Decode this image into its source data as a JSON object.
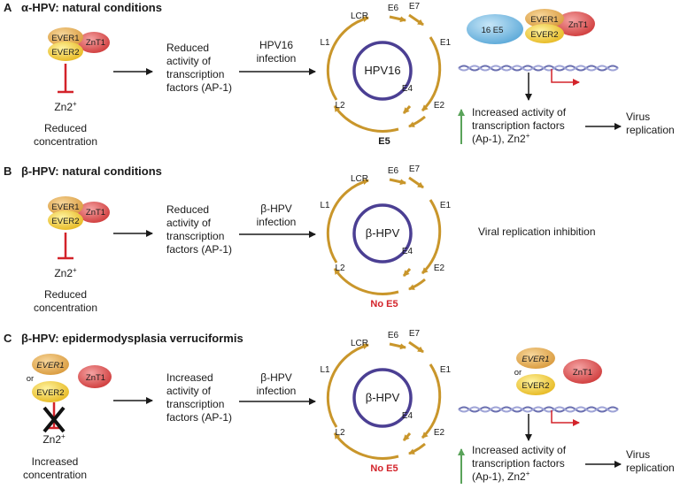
{
  "panels": [
    {
      "letter": "A",
      "title": "α-HPV: natural conditions",
      "proteins": {
        "ever1": "EVER1",
        "ever2": "EVER2",
        "znt1": "ZnT1",
        "or": ""
      },
      "zinc": "Zn2",
      "zinc_sup": "+",
      "conc": [
        "Reduced",
        "concentration"
      ],
      "activity": [
        "Reduced",
        "activity of",
        "transcription",
        "factors (AP-1)"
      ],
      "infection": [
        "HPV16",
        "infection"
      ],
      "genome_name": "HPV16",
      "genes": {
        "lcr": "LCR",
        "e6": "E6",
        "e7": "E7",
        "e1": "E1",
        "e2": "E2",
        "e4": "E4",
        "l1": "L1",
        "l2": "L2"
      },
      "e5_label": "E5",
      "right_proteins": {
        "e5": "16 E5",
        "ever1": "EVER1",
        "ever2": "EVER2",
        "znt1": "ZnT1"
      },
      "outcome": [
        "Increased activity of",
        "transcription factors",
        "(Ap-1), Zn2"
      ],
      "outcome_sup": "+",
      "result": [
        "Virus",
        "replication"
      ]
    },
    {
      "letter": "B",
      "title": "β-HPV: natural conditions",
      "proteins": {
        "ever1": "EVER1",
        "ever2": "EVER2",
        "znt1": "ZnT1",
        "or": ""
      },
      "zinc": "Zn2",
      "zinc_sup": "+",
      "conc": [
        "Reduced",
        "concentration"
      ],
      "activity": [
        "Reduced",
        "activity of",
        "transcription",
        "factors (AP-1)"
      ],
      "infection": [
        "β-HPV",
        "infection"
      ],
      "genome_name": "β-HPV",
      "genes": {
        "lcr": "LCR",
        "e6": "E6",
        "e7": "E7",
        "e1": "E1",
        "e2": "E2",
        "e4": "E4",
        "l1": "L1",
        "l2": "L2"
      },
      "e5_label": "No E5",
      "result_text": "Viral replication inhibition"
    },
    {
      "letter": "C",
      "title": "β-HPV: epidermodysplasia verruciformis",
      "proteins": {
        "ever1": "EVER1",
        "ever2": "EVER2",
        "znt1": "ZnT1",
        "or": "or"
      },
      "zinc": "Zn2",
      "zinc_sup": "+",
      "conc": [
        "Increased",
        "concentration"
      ],
      "activity": [
        "Increased",
        "activity of",
        "transcription",
        "factors (AP-1)"
      ],
      "infection": [
        "β-HPV",
        "infection"
      ],
      "genome_name": "β-HPV",
      "genes": {
        "lcr": "LCR",
        "e6": "E6",
        "e7": "E7",
        "e1": "E1",
        "e2": "E2",
        "e4": "E4",
        "l1": "L1",
        "l2": "L2"
      },
      "e5_label": "No E5",
      "right_proteins": {
        "ever1": "EVER1",
        "or": "or",
        "ever2": "EVER2",
        "znt1": "ZnT1"
      },
      "outcome": [
        "Increased activity of",
        "transcription factors",
        "(Ap-1), Zn2"
      ],
      "outcome_sup": "+",
      "result": [
        "Virus",
        "replication"
      ]
    }
  ],
  "colors": {
    "ring": "#4b3f93",
    "arrow_gold": "#c9962b",
    "inhibit_red": "#d3232a",
    "up_green": "#5aa35a",
    "dna": "#6a6fb0"
  }
}
